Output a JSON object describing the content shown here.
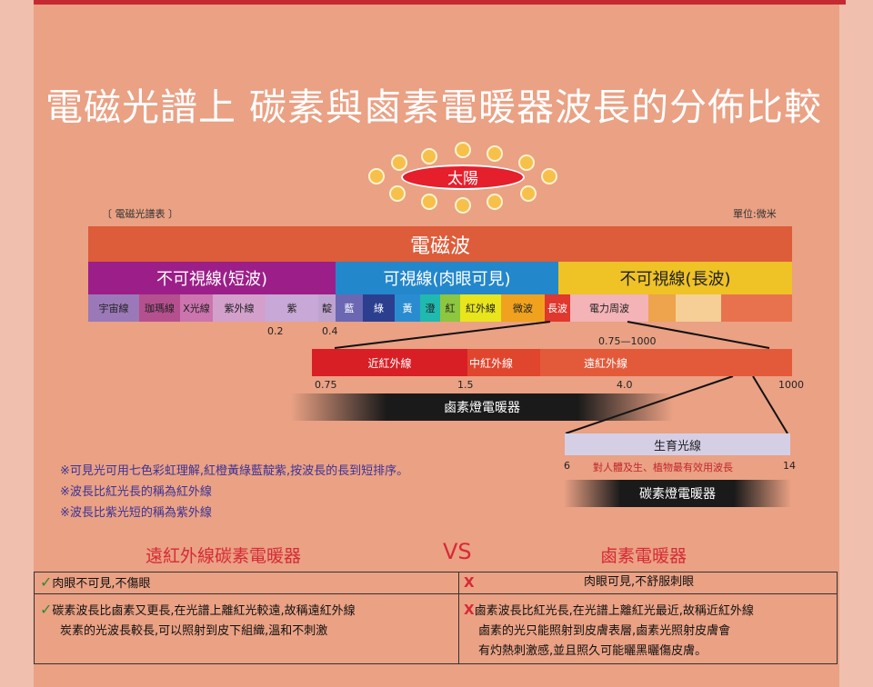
{
  "title": "電磁光譜上 碳素與鹵素電暖器波長的分佈比較",
  "sun": {
    "label": "太陽"
  },
  "spectrum_label": "〔 電磁光譜表 〕",
  "unit_label": "單位:微米",
  "em_wave": "電磁波",
  "bands": [
    {
      "label": "不可視線(短波)",
      "color": "#9c1f89"
    },
    {
      "label": "可視線(肉眼可見)",
      "color": "#2387cb"
    },
    {
      "label": "不可視線(長波)",
      "color": "#efc226"
    }
  ],
  "segments": [
    {
      "label": "宇宙線",
      "color": "#9b79b8"
    },
    {
      "label": "珈瑪線",
      "color": "#b5508f"
    },
    {
      "label": "X光線",
      "color": "#cc74ae"
    },
    {
      "label": "紫外線",
      "color": "#d3a0cc"
    },
    {
      "label": "紫",
      "color": "#c8a8d6"
    },
    {
      "label": "靛",
      "color": "#bfa3cf"
    },
    {
      "label": "藍",
      "color": "#6b67b3"
    },
    {
      "label": "綠",
      "color": "#2c3f8f"
    },
    {
      "label": "黃",
      "color": "#2a8cd0"
    },
    {
      "label": "澄",
      "color": "#20b9b0"
    },
    {
      "label": "紅",
      "color": "#8dc63f"
    },
    {
      "label": "紅外線",
      "color": "#e8e51c"
    },
    {
      "label": "微波",
      "color": "#f0a21e"
    },
    {
      "label": "長波",
      "color": "#e0372e"
    },
    {
      "label": "電力周波",
      "color": "#f3b3b7"
    },
    {
      "label": "",
      "color": "#eea44c"
    },
    {
      "label": "",
      "color": "#f6cf96"
    },
    {
      "label": "",
      "color": "#e8724e"
    }
  ],
  "ticks": {
    "a": "0.2",
    "b": "0.4",
    "c": "0.75—1000"
  },
  "infrared": [
    {
      "label": "近紅外線",
      "color": "#d81f26"
    },
    {
      "label": "中紅外線",
      "color": "#e0452e"
    },
    {
      "label": "遠紅外線",
      "color": "#e35a3a"
    }
  ],
  "ir_ticks": {
    "a": "0.75",
    "b": "1.5",
    "c": "4.0",
    "d": "1000"
  },
  "halogen_heater": "鹵素燈電暖器",
  "growth_light": "生育光線",
  "growth_ticks": {
    "a": "6",
    "b": "14"
  },
  "growth_note": "對人體及生、植物最有效用波長",
  "carbon_heater": "碳素燈電暖器",
  "notes": [
    "※可見光可用七色彩虹理解,紅橙黃綠藍靛紫,按波長的長到短排序。",
    "※波長比紅光長的稱為紅外線",
    "※波長比紫光短的稱為紫外線"
  ],
  "compare": {
    "left_title": "遠紅外線碳素電暖器",
    "vs": "VS",
    "right_title": "鹵素電暖器",
    "left_row1": "肉眼不可見,不傷眼",
    "right_row1": "肉眼可見,不舒服刺眼",
    "left_row2": [
      "碳素波長比鹵素又更長,在光譜上離紅光較遠,故稱遠紅外線",
      "炭素的光波長較長,可以照射到皮下組織,溫和不刺激"
    ],
    "right_row2": [
      "鹵素波長比紅光長,在光譜上離紅光最近,故稱近紅外線",
      "鹵素的光只能照射到皮膚表層,鹵素光照射皮膚會",
      "有灼熱刺激感,並且照久可能曬黑曬傷皮膚。"
    ],
    "check": "✓",
    "cross": "X"
  }
}
